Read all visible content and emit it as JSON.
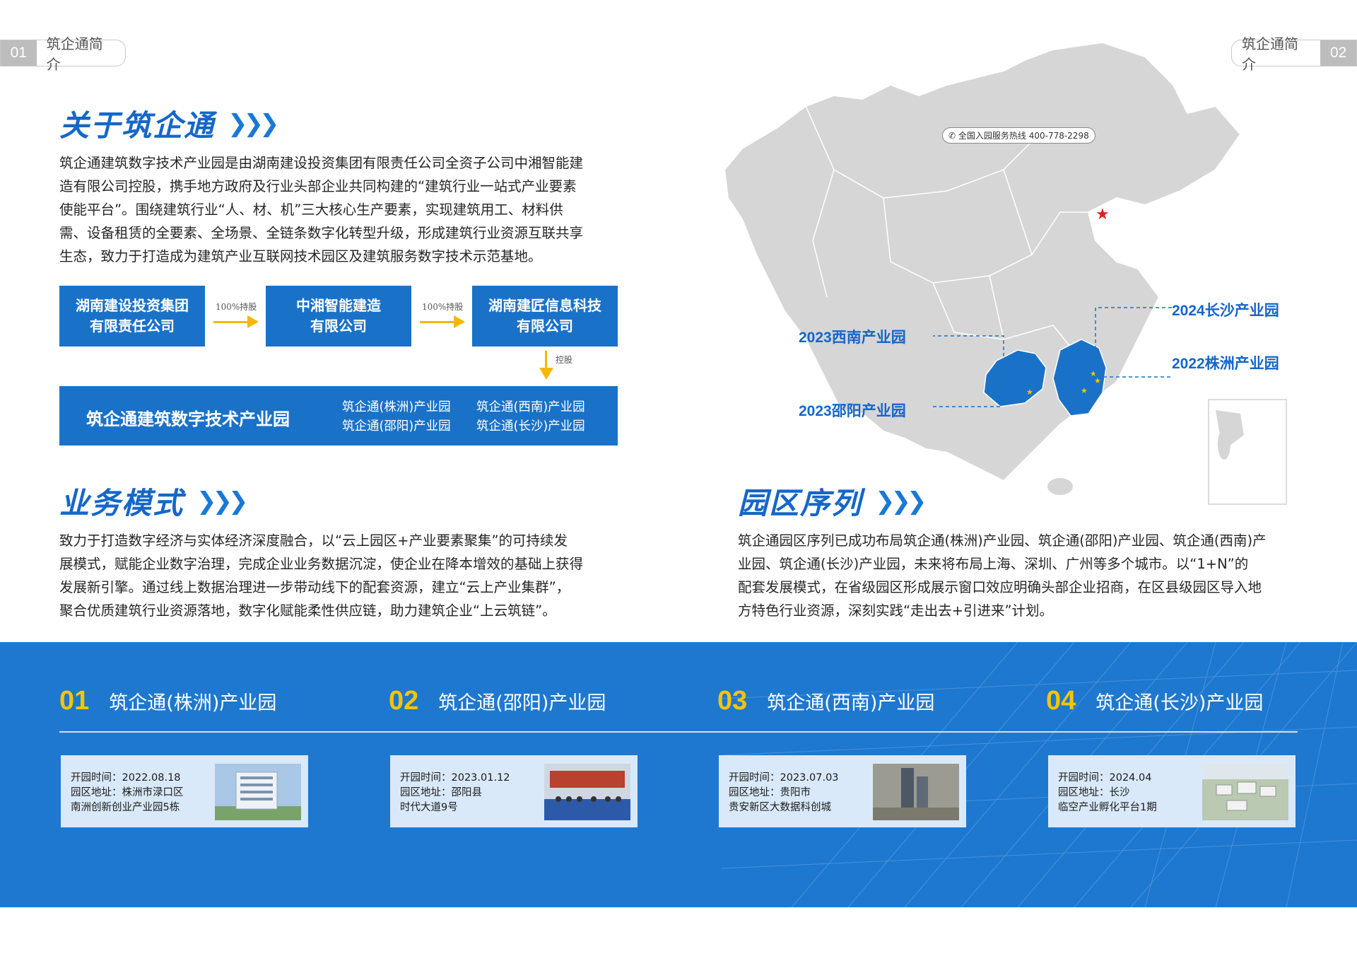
{
  "header": {
    "left_num": "01",
    "left_title": "筑企通简介",
    "right_num": "02",
    "right_title": "筑企通简介"
  },
  "about": {
    "title": "关于筑企通",
    "paragraph_lines": [
      "筑企通建筑数字技术产业园是由湖南建设投资集团有限责任公司全资子公司中湘智能建",
      "造有限公司控股，携手地方政府及行业头部企业共同构建的“建筑行业一站式产业要素",
      "使能平台”。围绕建筑行业“人、材、机”三大核心生产要素，实现建筑用工、材料供",
      "需、设备租赁的全要素、全场景、全链条数字化转型升级，形成建筑行业资源互联共享",
      "生态，致力于打造成为建筑产业互联网技术园区及建筑服务数字技术示范基地。"
    ]
  },
  "org": {
    "box1": [
      "湖南建设投资集团",
      "有限责任公司"
    ],
    "box2": [
      "中湘智能建造",
      "有限公司"
    ],
    "box3": [
      "湖南建匠信息科技",
      "有限公司"
    ],
    "arrow1": "100%持股",
    "arrow2": "100%持股",
    "arrow3": "控股",
    "park_main": "筑企通建筑数字技术产业园",
    "park_subs": [
      "筑企通(株洲)产业园",
      "筑企通(西南)产业园",
      "筑企通(邵阳)产业园",
      "筑企通(长沙)产业园"
    ]
  },
  "business": {
    "title": "业务模式",
    "paragraph_lines": [
      "致力于打造数字经济与实体经济深度融合，以“云上园区+产业要素聚集”的可持续发",
      "展模式，赋能企业数字治理，完成企业业务数据沉淀，使企业在降本增效的基础上获得",
      "发展新引擎。通过线上数据治理进一步带动线下的配套资源，建立“云上产业集群”，",
      "聚合优质建筑行业资源落地，数字化赋能柔性供应链，助力建筑企业“上云筑链”。"
    ]
  },
  "map": {
    "hotline": "全国入园服务热线 400-778-2298",
    "labels": [
      "2024长沙产业园",
      "2023西南产业园",
      "2022株洲产业园",
      "2023邵阳产业园"
    ],
    "colors": {
      "land": "#d6d6d6",
      "highlight": "#1a72c8",
      "star": "#e02020"
    }
  },
  "series": {
    "title": "园区序列",
    "paragraph_lines": [
      "筑企通园区序列已成功布局筑企通(株洲)产业园、筑企通(邵阳)产业园、筑企通(西南)产",
      "业园、筑企通(长沙)产业园，未来将布局上海、深圳、广州等多个城市。以“1+N”的",
      "配套发展模式，在省级园区形成展示窗口效应明确头部企业招商，在区县级园区导入地",
      "方特色行业资源，深刻实践“走出去+引进来”计划。"
    ]
  },
  "parks": [
    {
      "num": "01",
      "name": "筑企通(株洲)产业园",
      "lines": [
        "开园时间：2022.08.18",
        "园区地址：株洲市渌口区",
        "南洲创新创业产业园5栋"
      ]
    },
    {
      "num": "02",
      "name": "筑企通(邵阳)产业园",
      "lines": [
        "开园时间：2023.01.12",
        "园区地址：邵阳县",
        "时代大道9号"
      ]
    },
    {
      "num": "03",
      "name": "筑企通(西南)产业园",
      "lines": [
        "开园时间：2023.07.03",
        "园区地址：贵阳市",
        "贵安新区大数据科创城"
      ]
    },
    {
      "num": "04",
      "name": "筑企通(长沙)产业园",
      "lines": [
        "开园时间：2024.04",
        "园区地址：长沙",
        "临空产业孵化平台1期"
      ]
    }
  ],
  "colors": {
    "brand_blue": "#1a72c8",
    "accent_yellow": "#f7c400",
    "band_blue": "#1e78cf",
    "card_bg": "#d9e9f9"
  }
}
